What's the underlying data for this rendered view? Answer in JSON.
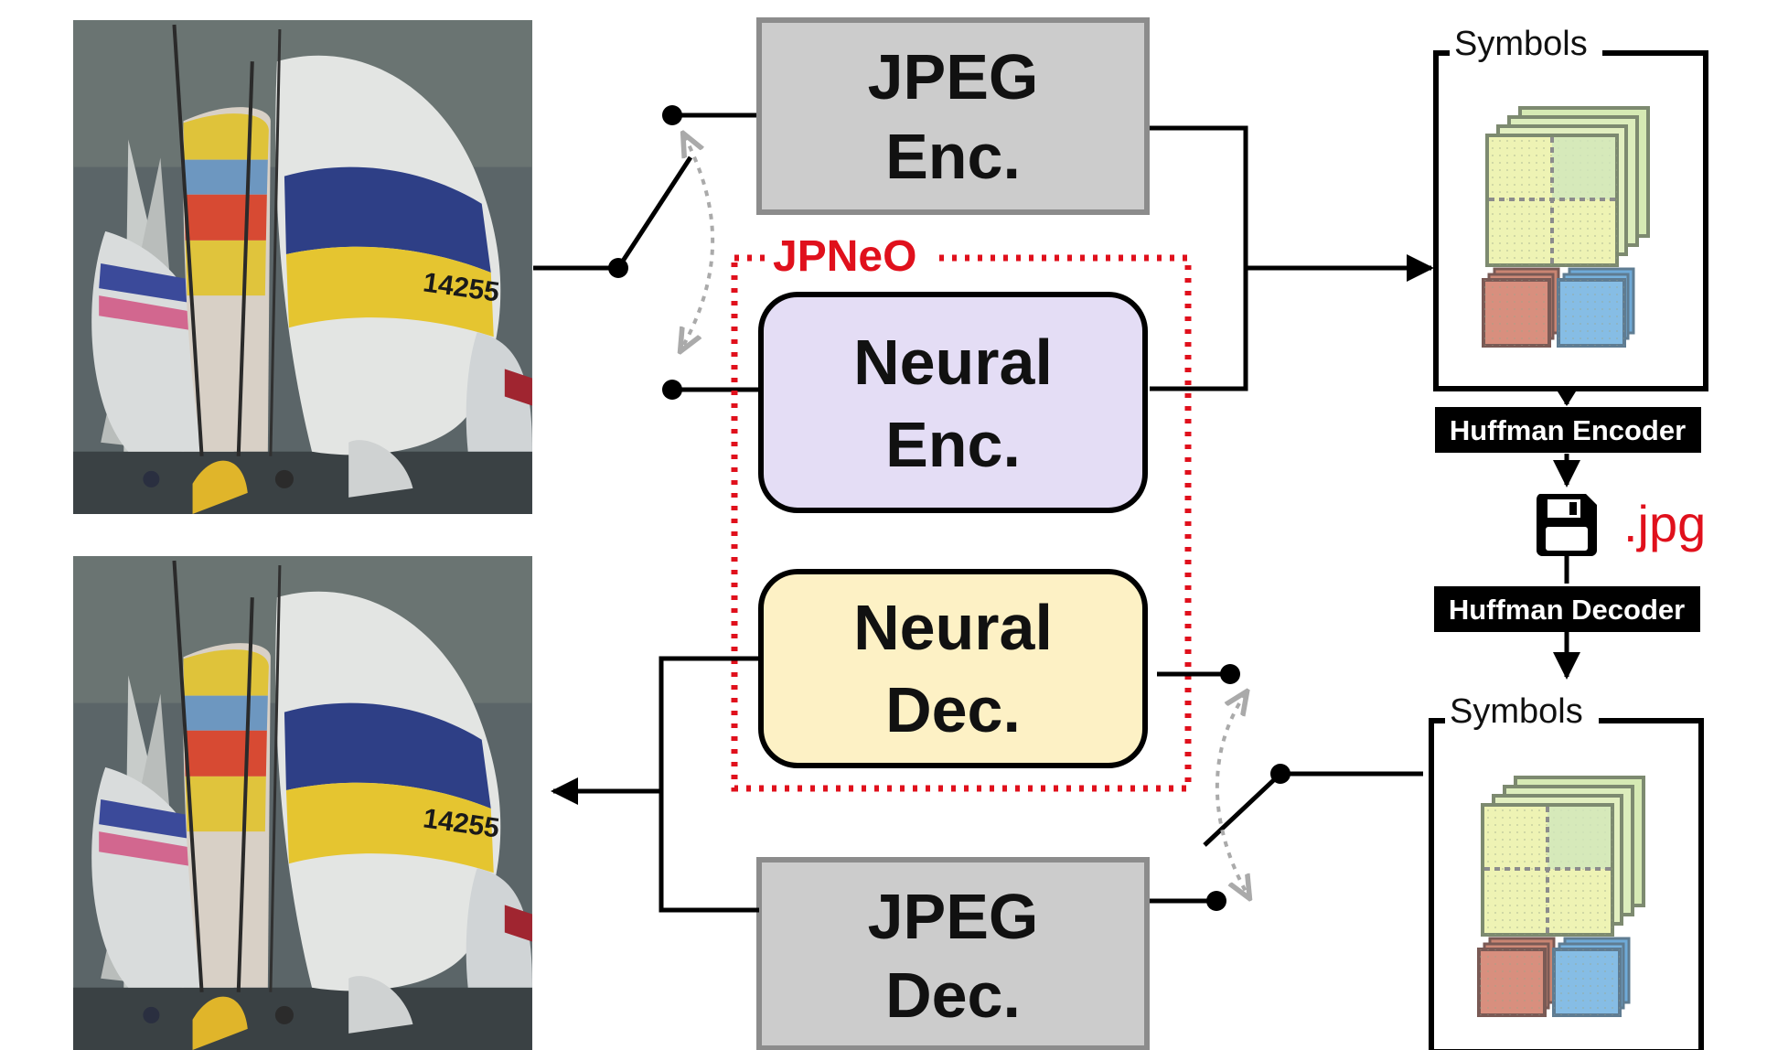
{
  "jpeg_encoder": {
    "line1": "JPEG",
    "line2": "Enc."
  },
  "neural_encoder": {
    "line1": "Neural",
    "line2": "Enc."
  },
  "neural_decoder": {
    "line1": "Neural",
    "line2": "Dec."
  },
  "jpeg_decoder": {
    "line1": "JPEG",
    "line2": "Dec."
  },
  "jpneo_label": "JPNeO",
  "symbols_top_label": "Symbols",
  "symbols_bottom_label": "Symbols",
  "huffman_encoder_label": "Huffman Encoder",
  "huffman_decoder_label": "Huffman Decoder",
  "file_extension": ".jpg",
  "sail_number": "14255",
  "icons": [
    "save-disk-icon"
  ],
  "colors": {
    "jpeg_box_fill": "#cccccc",
    "jpeg_box_stroke": "#8c8c8c",
    "neural_enc_fill": "#e4ddf5",
    "neural_dec_fill": "#fdf1c5",
    "accent_red": "#e0101c",
    "symbol_green": "#d8ecb8",
    "symbol_yellow": "#f2f2a0",
    "symbol_red": "#d98a7a",
    "symbol_blue": "#7fb8e3"
  }
}
